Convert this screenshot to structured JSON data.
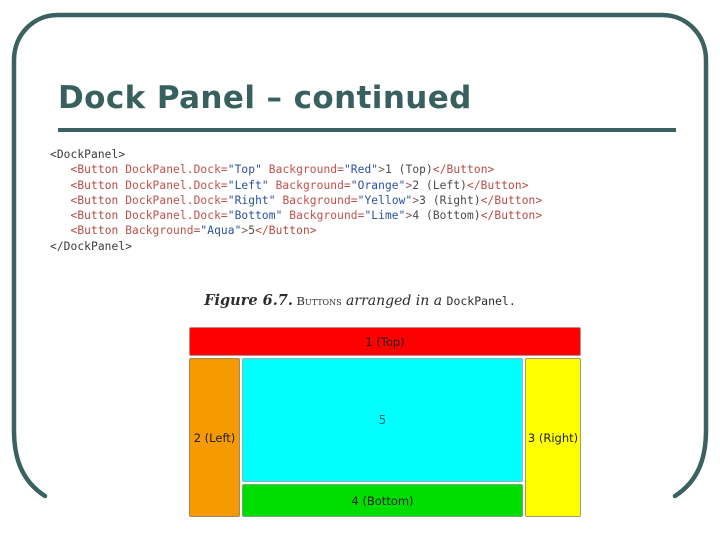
{
  "slide": {
    "title": "Dock Panel – continued",
    "accent_color": "#37605f",
    "background_color": "#ffffff",
    "frame_color": "#3b6260"
  },
  "code": {
    "language": "XAML",
    "lines": [
      {
        "indent": 0,
        "tokens": [
          {
            "text": "<DockPanel>",
            "kind": "outer"
          }
        ]
      },
      {
        "indent": 1,
        "tokens": [
          {
            "text": "<Button",
            "kind": "tag"
          },
          {
            "text": " DockPanel.Dock=",
            "kind": "attr"
          },
          {
            "text": "\"Top\"",
            "kind": "val"
          },
          {
            "text": " Background=",
            "kind": "attr"
          },
          {
            "text": "\"Red\"",
            "kind": "val"
          },
          {
            "text": ">",
            "kind": "punct"
          },
          {
            "text": "1 (Top)",
            "kind": "text"
          },
          {
            "text": "</Button>",
            "kind": "tag"
          }
        ]
      },
      {
        "indent": 1,
        "tokens": [
          {
            "text": "<Button",
            "kind": "tag"
          },
          {
            "text": " DockPanel.Dock=",
            "kind": "attr"
          },
          {
            "text": "\"Left\"",
            "kind": "val"
          },
          {
            "text": " Background=",
            "kind": "attr"
          },
          {
            "text": "\"Orange\"",
            "kind": "val"
          },
          {
            "text": ">",
            "kind": "punct"
          },
          {
            "text": "2 (Left)",
            "kind": "text"
          },
          {
            "text": "</Button>",
            "kind": "tag"
          }
        ]
      },
      {
        "indent": 1,
        "tokens": [
          {
            "text": "<Button",
            "kind": "tag"
          },
          {
            "text": " DockPanel.Dock=",
            "kind": "attr"
          },
          {
            "text": "\"Right\"",
            "kind": "val"
          },
          {
            "text": " Background=",
            "kind": "attr"
          },
          {
            "text": "\"Yellow\"",
            "kind": "val"
          },
          {
            "text": ">",
            "kind": "punct"
          },
          {
            "text": "3 (Right)",
            "kind": "text"
          },
          {
            "text": "</Button>",
            "kind": "tag"
          }
        ]
      },
      {
        "indent": 1,
        "tokens": [
          {
            "text": "<Button",
            "kind": "tag"
          },
          {
            "text": " DockPanel.Dock=",
            "kind": "attr"
          },
          {
            "text": "\"Bottom\"",
            "kind": "val"
          },
          {
            "text": " Background=",
            "kind": "attr"
          },
          {
            "text": "\"Lime\"",
            "kind": "val"
          },
          {
            "text": ">",
            "kind": "punct"
          },
          {
            "text": "4 (Bottom)",
            "kind": "text"
          },
          {
            "text": "</Button>",
            "kind": "tag"
          }
        ]
      },
      {
        "indent": 1,
        "tokens": [
          {
            "text": "<Button",
            "kind": "tag"
          },
          {
            "text": " Background=",
            "kind": "attr"
          },
          {
            "text": "\"Aqua\"",
            "kind": "val"
          },
          {
            "text": ">",
            "kind": "punct"
          },
          {
            "text": "5",
            "kind": "text"
          },
          {
            "text": "</Button>",
            "kind": "tag"
          }
        ]
      },
      {
        "indent": 0,
        "tokens": [
          {
            "text": "</DockPanel>",
            "kind": "outer"
          }
        ]
      }
    ]
  },
  "figure": {
    "caption_number": "Figure 6.7.",
    "caption_smallcaps": "Buttons",
    "caption_italic": " arranged in a ",
    "caption_mono": "DockPanel.",
    "panels": {
      "top": {
        "label": "1 (Top)",
        "color": "#ff0000",
        "dock": "Top"
      },
      "left": {
        "label": "2 (Left)",
        "color": "#f59a00",
        "dock": "Left"
      },
      "right": {
        "label": "3 (Right)",
        "color": "#ffff00",
        "dock": "Right"
      },
      "bottom": {
        "label": "4 (Bottom)",
        "color": "#00dd00",
        "dock": "Bottom"
      },
      "center": {
        "label": "5",
        "color": "#00ffff",
        "dock": "Fill"
      }
    }
  }
}
